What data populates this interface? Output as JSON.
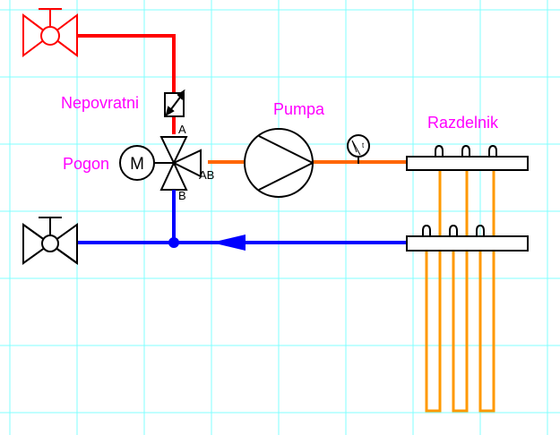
{
  "diagram": {
    "title": "Heating circuit schematic",
    "colors": {
      "grid": "#80ffff",
      "supply_source": "#ff0000",
      "supply_pump": "#ff6600",
      "return": "#0000ff",
      "loops": "#ff9900",
      "symbols": "#000000",
      "labels": "#ff00ff"
    },
    "labels": {
      "check_valve": "Nepovratni",
      "actuator": "Pogon",
      "pump": "Pumpa",
      "manifold": "Razdelnik"
    },
    "motor_symbol": "M",
    "thermometer_symbol": "t",
    "ports": {
      "a": "A",
      "b": "B",
      "ab": "AB"
    },
    "components": [
      {
        "id": "supply-shutoff-valve",
        "type": "gate-valve",
        "line": "supply"
      },
      {
        "id": "check-valve",
        "type": "non-return-valve"
      },
      {
        "id": "three-way-mixing-valve",
        "type": "mixing-valve",
        "ports": [
          "A",
          "B",
          "AB"
        ]
      },
      {
        "id": "actuator-motor",
        "type": "motor"
      },
      {
        "id": "circulation-pump",
        "type": "pump"
      },
      {
        "id": "thermometer",
        "type": "thermometer"
      },
      {
        "id": "supply-manifold",
        "type": "manifold",
        "valves": 3
      },
      {
        "id": "return-manifold",
        "type": "manifold",
        "valves": 3
      },
      {
        "id": "return-shutoff-valve",
        "type": "gate-valve",
        "line": "return"
      }
    ],
    "heating_loops": 3
  }
}
